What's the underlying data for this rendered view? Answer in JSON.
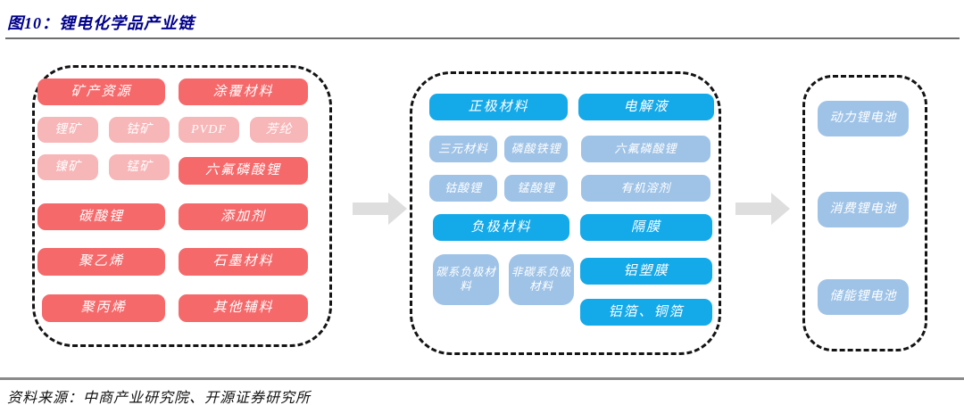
{
  "figure": {
    "label": "图10：锂电化学品产业链"
  },
  "source_line": "资料来源：中商产业研究院、开源证券研究所",
  "colors": {
    "title_navy": "#00008B",
    "node_red": "#F5696B",
    "node_pink": "#F7B6B8",
    "node_bright_blue": "#14A9E9",
    "node_light_blue": "#9FC3E7",
    "arrow_gray": "#DEDEDE",
    "rule_gray": "#8a8a8a"
  },
  "upstream": {
    "blocks": [
      {
        "label": "矿产资源",
        "tone": "red"
      },
      {
        "label": "涂覆材料",
        "tone": "red"
      },
      {
        "label": "锂矿",
        "tone": "pink"
      },
      {
        "label": "钴矿",
        "tone": "pink"
      },
      {
        "label": "PVDF",
        "tone": "pink"
      },
      {
        "label": "芳纶",
        "tone": "pink"
      },
      {
        "label": "镍矿",
        "tone": "pink"
      },
      {
        "label": "锰矿",
        "tone": "pink"
      },
      {
        "label": "六氟磷酸锂",
        "tone": "red"
      },
      {
        "label": "碳酸锂",
        "tone": "red"
      },
      {
        "label": "添加剂",
        "tone": "red"
      },
      {
        "label": "聚乙烯",
        "tone": "red"
      },
      {
        "label": "石墨材料",
        "tone": "red"
      },
      {
        "label": "聚丙烯",
        "tone": "red"
      },
      {
        "label": "其他辅料",
        "tone": "red"
      }
    ]
  },
  "midstream": {
    "blocks": [
      {
        "label": "正极材料",
        "tone": "bright_blue"
      },
      {
        "label": "电解液",
        "tone": "bright_blue"
      },
      {
        "label": "三元材料",
        "tone": "light_blue"
      },
      {
        "label": "磷酸铁锂",
        "tone": "light_blue"
      },
      {
        "label": "六氟磷酸锂",
        "tone": "light_blue"
      },
      {
        "label": "钴酸锂",
        "tone": "light_blue"
      },
      {
        "label": "锰酸锂",
        "tone": "light_blue"
      },
      {
        "label": "有机溶剂",
        "tone": "light_blue"
      },
      {
        "label": "负极材料",
        "tone": "bright_blue"
      },
      {
        "label": "隔膜",
        "tone": "bright_blue"
      },
      {
        "label": "碳系负极材料",
        "tone": "light_blue"
      },
      {
        "label": "非碳系负极材料",
        "tone": "light_blue"
      },
      {
        "label": "铝塑膜",
        "tone": "bright_blue"
      },
      {
        "label": "铝箔、铜箔",
        "tone": "bright_blue"
      }
    ]
  },
  "downstream": {
    "blocks": [
      {
        "label": "动力锂电池",
        "tone": "light_blue"
      },
      {
        "label": "消费锂电池",
        "tone": "light_blue"
      },
      {
        "label": "储能锂电池",
        "tone": "light_blue"
      }
    ]
  }
}
